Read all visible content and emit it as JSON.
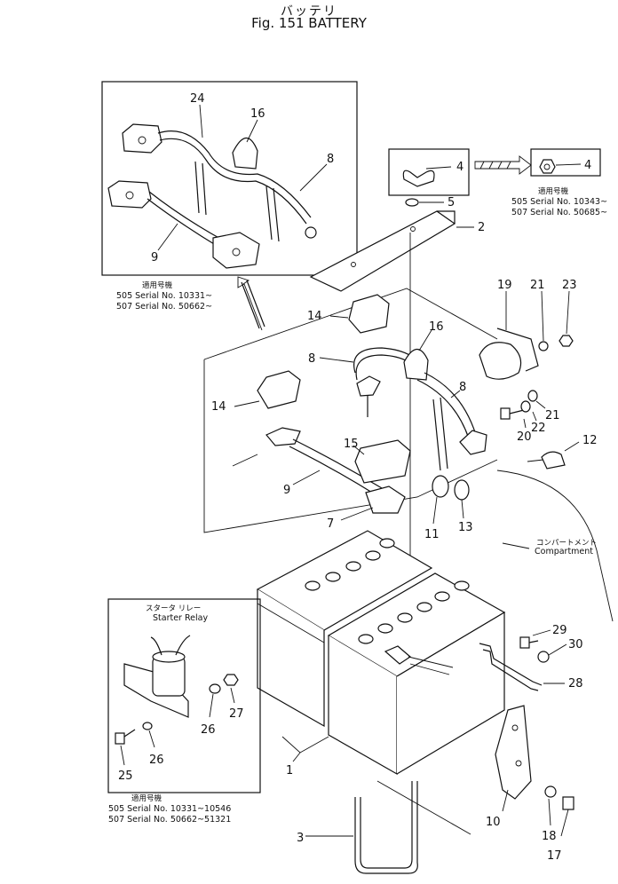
{
  "header": {
    "title_jp": "バッテリ",
    "title_en": "Fig. 151  BATTERY"
  },
  "callouts": {
    "c1": "1",
    "c2": "2",
    "c3": "3",
    "c4a": "4",
    "c4b": "4",
    "c5": "5",
    "c7": "7",
    "c8a": "8",
    "c8b": "8",
    "c8c": "8",
    "c9a": "9",
    "c9b": "9",
    "c10": "10",
    "c11": "11",
    "c12": "12",
    "c13": "13",
    "c14a": "14",
    "c14b": "14",
    "c15": "15",
    "c16a": "16",
    "c16b": "16",
    "c17": "17",
    "c18": "18",
    "c19": "19",
    "c20": "20",
    "c21a": "21",
    "c21b": "21",
    "c22": "22",
    "c23": "23",
    "c24": "24",
    "c25": "25",
    "c26a": "26",
    "c26b": "26",
    "c27": "27",
    "c28": "28",
    "c29": "29",
    "c30": "30"
  },
  "notes": {
    "top_left": {
      "heading": "適用号機",
      "line1": "505 Serial No. 10331~",
      "line2": "507 Serial No. 50662~"
    },
    "top_right": {
      "heading": "適用号機",
      "line1": "505 Serial No. 10343~",
      "line2": "507 Serial No. 50685~"
    },
    "bottom_left": {
      "heading": "適用号機",
      "line1": "505 Serial No. 10331~10546",
      "line2": "507 Serial No. 50662~51321"
    }
  },
  "labels": {
    "starter_relay_jp": "スタータ リレー",
    "starter_relay_en": "Starter Relay",
    "compartment_jp": "コンパートメント",
    "compartment_en": "Compartment"
  }
}
